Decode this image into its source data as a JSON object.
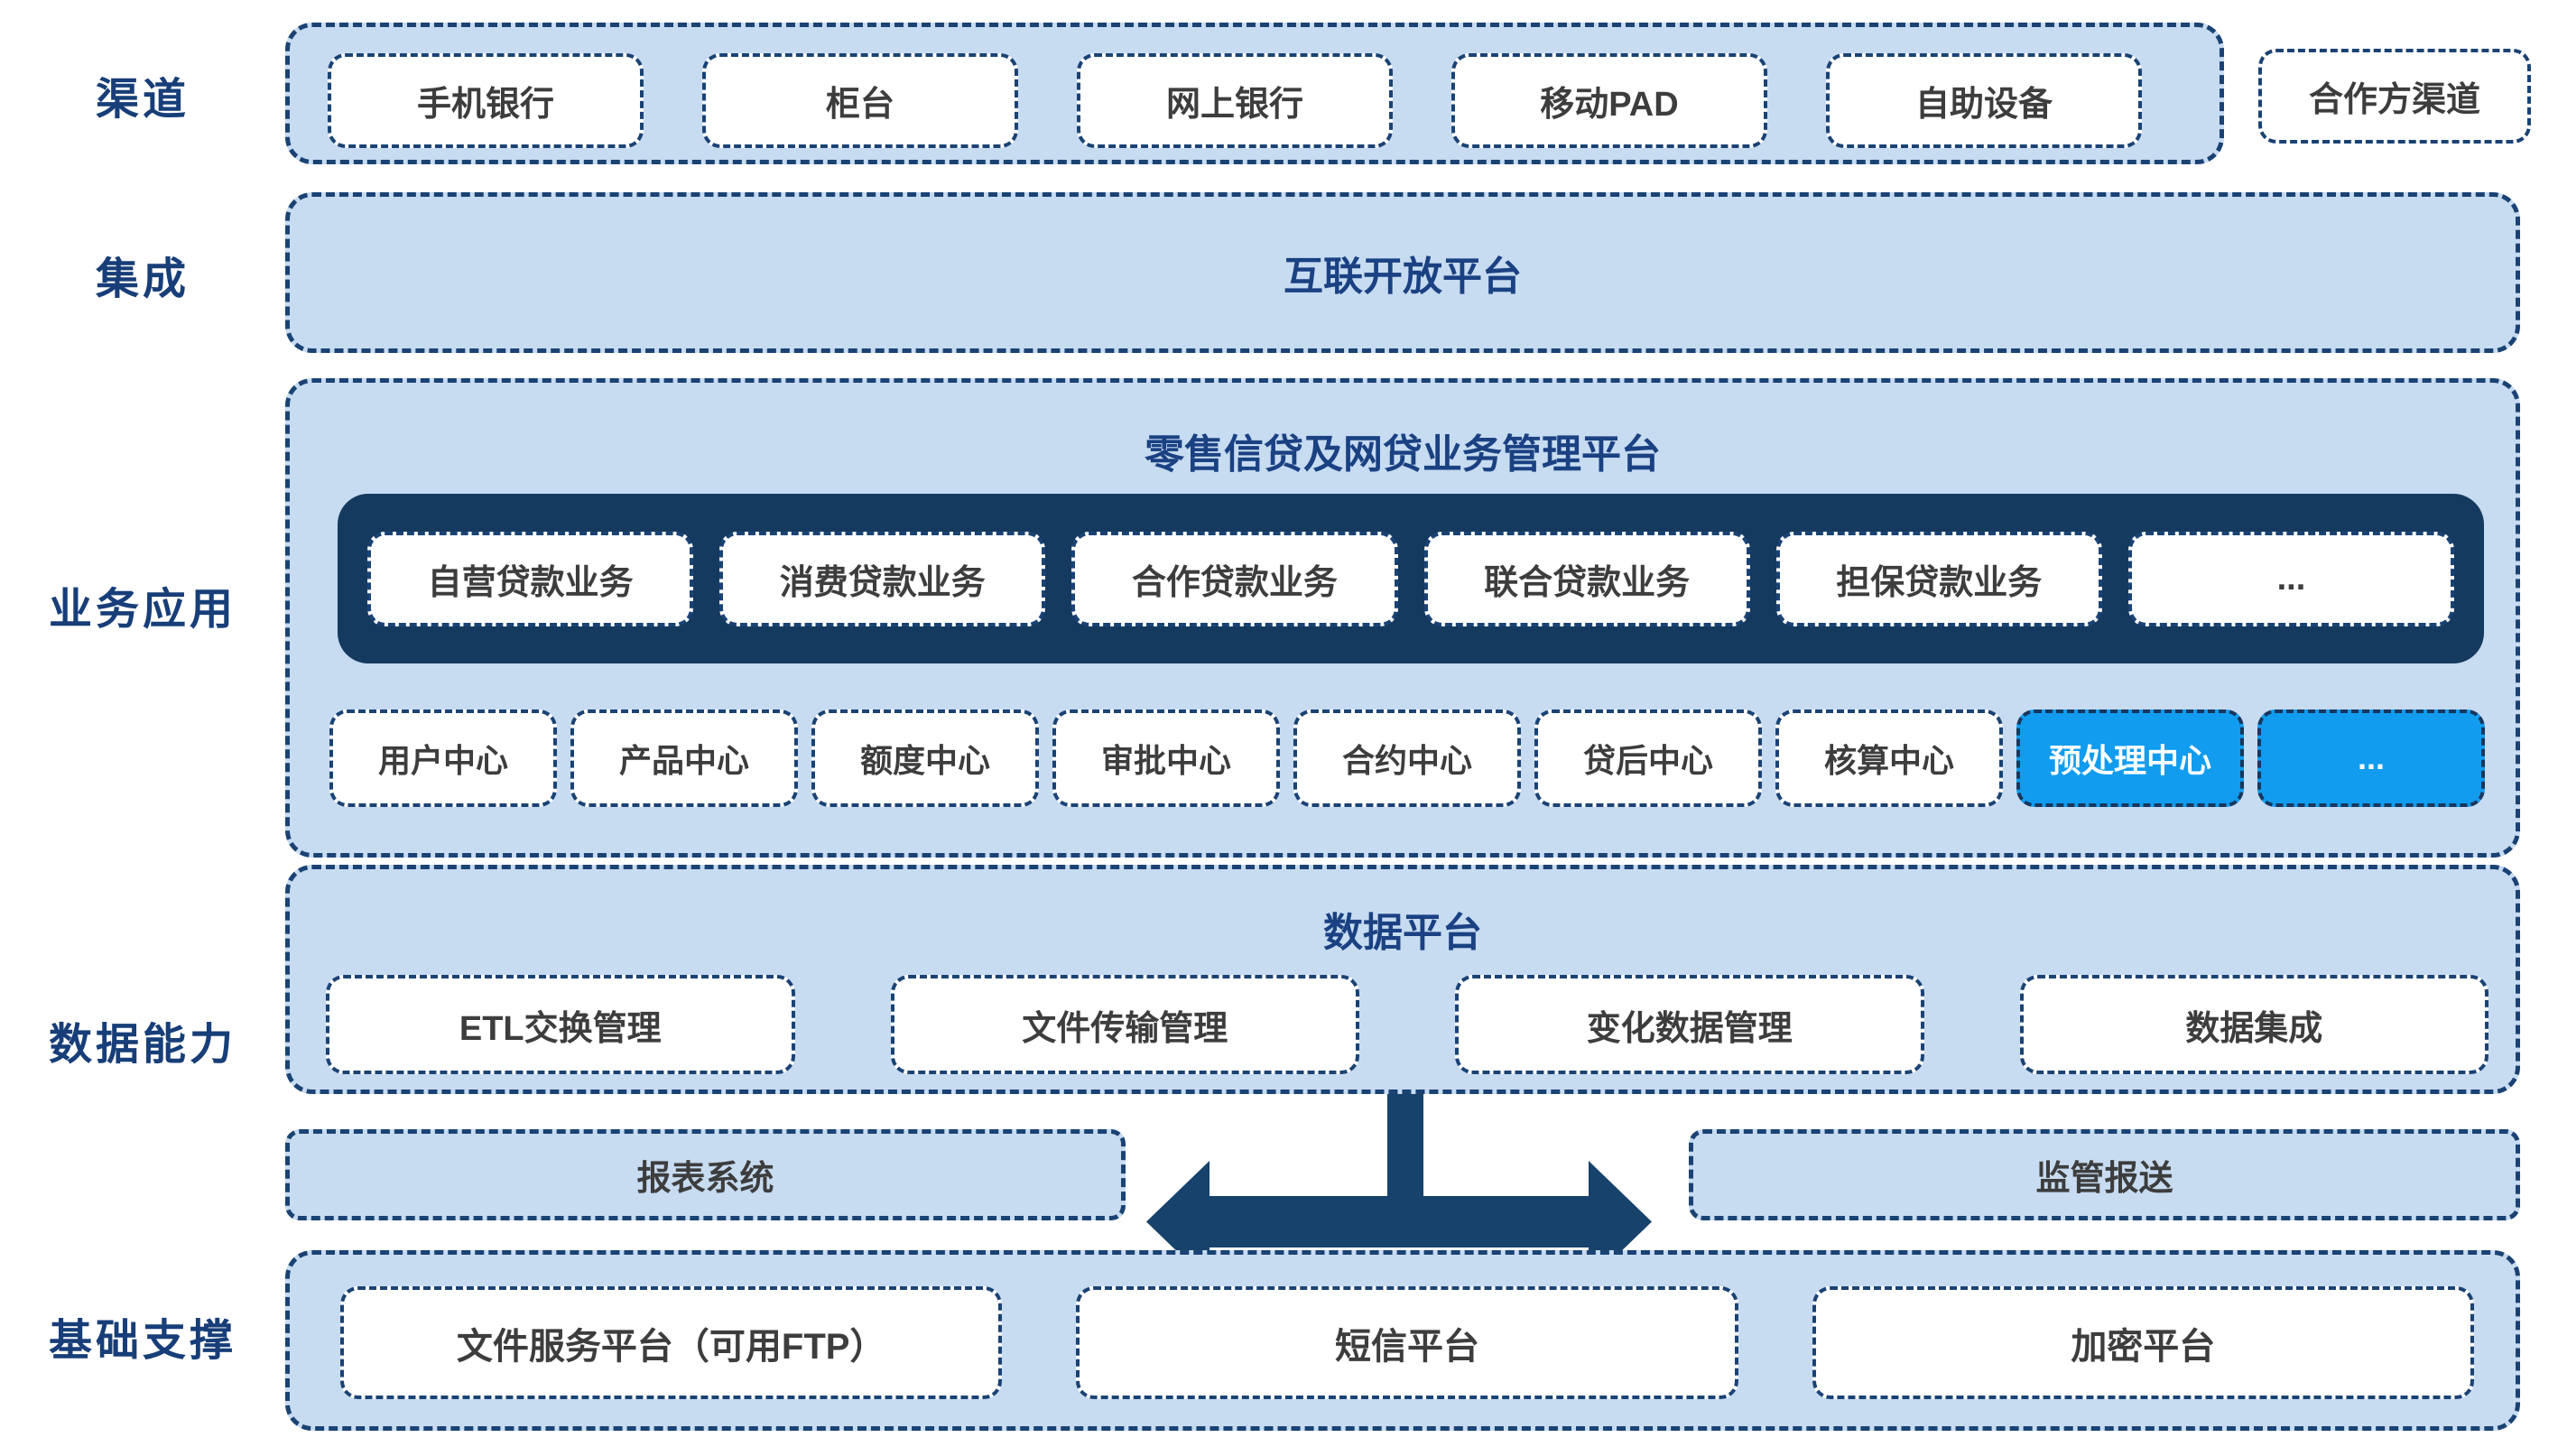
{
  "rail": {
    "channels": "渠道",
    "integration": "集成",
    "business": "业务应用",
    "data": "数据能力",
    "base": "基础支撑"
  },
  "channels": {
    "items": [
      "手机银行",
      "柜台",
      "网上银行",
      "移动PAD",
      "自助设备"
    ],
    "partner": "合作方渠道"
  },
  "integration": {
    "platform": "互联开放平台"
  },
  "business": {
    "title": "零售信贷及网贷业务管理平台",
    "loans": [
      "自营贷款业务",
      "消费贷款业务",
      "合作贷款业务",
      "联合贷款业务",
      "担保贷款业务",
      "..."
    ],
    "centers": [
      "用户中心",
      "产品中心",
      "额度中心",
      "审批中心",
      "合约中心",
      "贷后中心",
      "核算中心",
      "预处理中心",
      "..."
    ]
  },
  "data_platform": {
    "title": "数据平台",
    "items": [
      "ETL交换管理",
      "文件传输管理",
      "变化数据管理",
      "数据集成"
    ]
  },
  "reporting": {
    "left": "报表系统",
    "right": "监管报送"
  },
  "base": {
    "items": [
      "文件服务平台（可用FTP）",
      "短信平台",
      "加密平台"
    ]
  },
  "colors": {
    "panel_fill": "#C7DBF1",
    "dash_border": "#1A4374",
    "dark_bar": "#153A5F",
    "highlight_blue": "#119CEF",
    "rail_text": "#173E78",
    "title_text": "#1A4182",
    "node_text": "#3D3D3D",
    "arrow": "#16426B"
  }
}
